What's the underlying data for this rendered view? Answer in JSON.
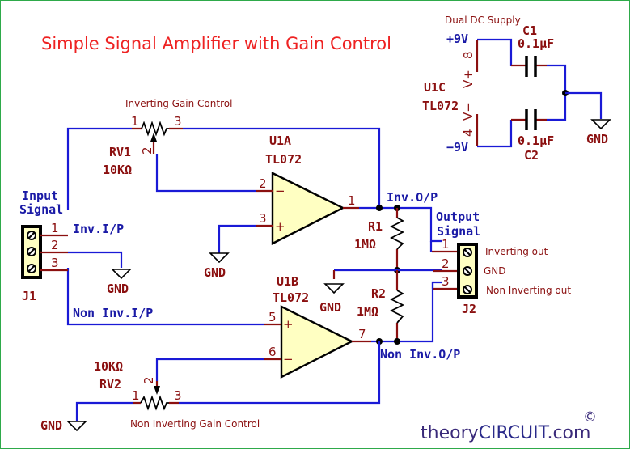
{
  "title": "Simple Signal Amplifier with Gain Control",
  "brand": {
    "prefix": "theory",
    "main": "CIRCUIT",
    "suffix": ".com",
    "copyright": "©"
  },
  "colors": {
    "wire": "#1a1ad6",
    "pin": "#8b1010",
    "title": "#ee2222",
    "opamp_fill": "#ffffc2"
  },
  "supply": {
    "label": "Dual DC Supply",
    "pos": "+9V",
    "neg": "−9V",
    "pin_pos": "8",
    "pin_neg": "4",
    "vplus": "V+",
    "vminus": "V−",
    "ref": "U1C",
    "part": "TL072",
    "gnd": "GND"
  },
  "c1": {
    "ref": "C1",
    "value": "0.1µF"
  },
  "c2": {
    "ref": "C2",
    "value": "0.1µF"
  },
  "rv1": {
    "ref": "RV1",
    "value": "10KΩ",
    "note": "Inverting Gain Control",
    "pin1": "1",
    "pin2": "2",
    "pin3": "3"
  },
  "rv2": {
    "ref": "RV2",
    "value": "10KΩ",
    "note": "Non Inverting Gain Control",
    "pin1": "1",
    "pin2": "2",
    "pin3": "3",
    "gnd": "GND"
  },
  "u1a": {
    "ref": "U1A",
    "part": "TL072",
    "pin_inv": "2",
    "pin_noninv": "3",
    "pin_out": "1",
    "minus": "−",
    "plus": "+",
    "gnd": "GND"
  },
  "u1b": {
    "ref": "U1B",
    "part": "TL072",
    "pin_noninv": "5",
    "pin_inv": "6",
    "pin_out": "7",
    "minus": "−",
    "plus": "+"
  },
  "r1": {
    "ref": "R1",
    "value": "1MΩ"
  },
  "r2": {
    "ref": "R2",
    "value": "1MΩ"
  },
  "mid_gnd": "GND",
  "j1": {
    "ref": "J1",
    "label_line1": "Input",
    "label_line2": "Signal",
    "pins": [
      "1",
      "2",
      "3"
    ],
    "gnd": "GND",
    "net_inv": "Inv.I/P",
    "net_noninv": "Non Inv.I/P"
  },
  "j2": {
    "ref": "J2",
    "label_line1": "Output",
    "label_line2": "Signal",
    "pins": [
      "1",
      "2",
      "3"
    ],
    "pin_notes": [
      "Inverting out",
      "GND",
      "Non Inverting out"
    ],
    "net_inv": "Inv.O/P",
    "net_noninv": "Non Inv.O/P"
  }
}
